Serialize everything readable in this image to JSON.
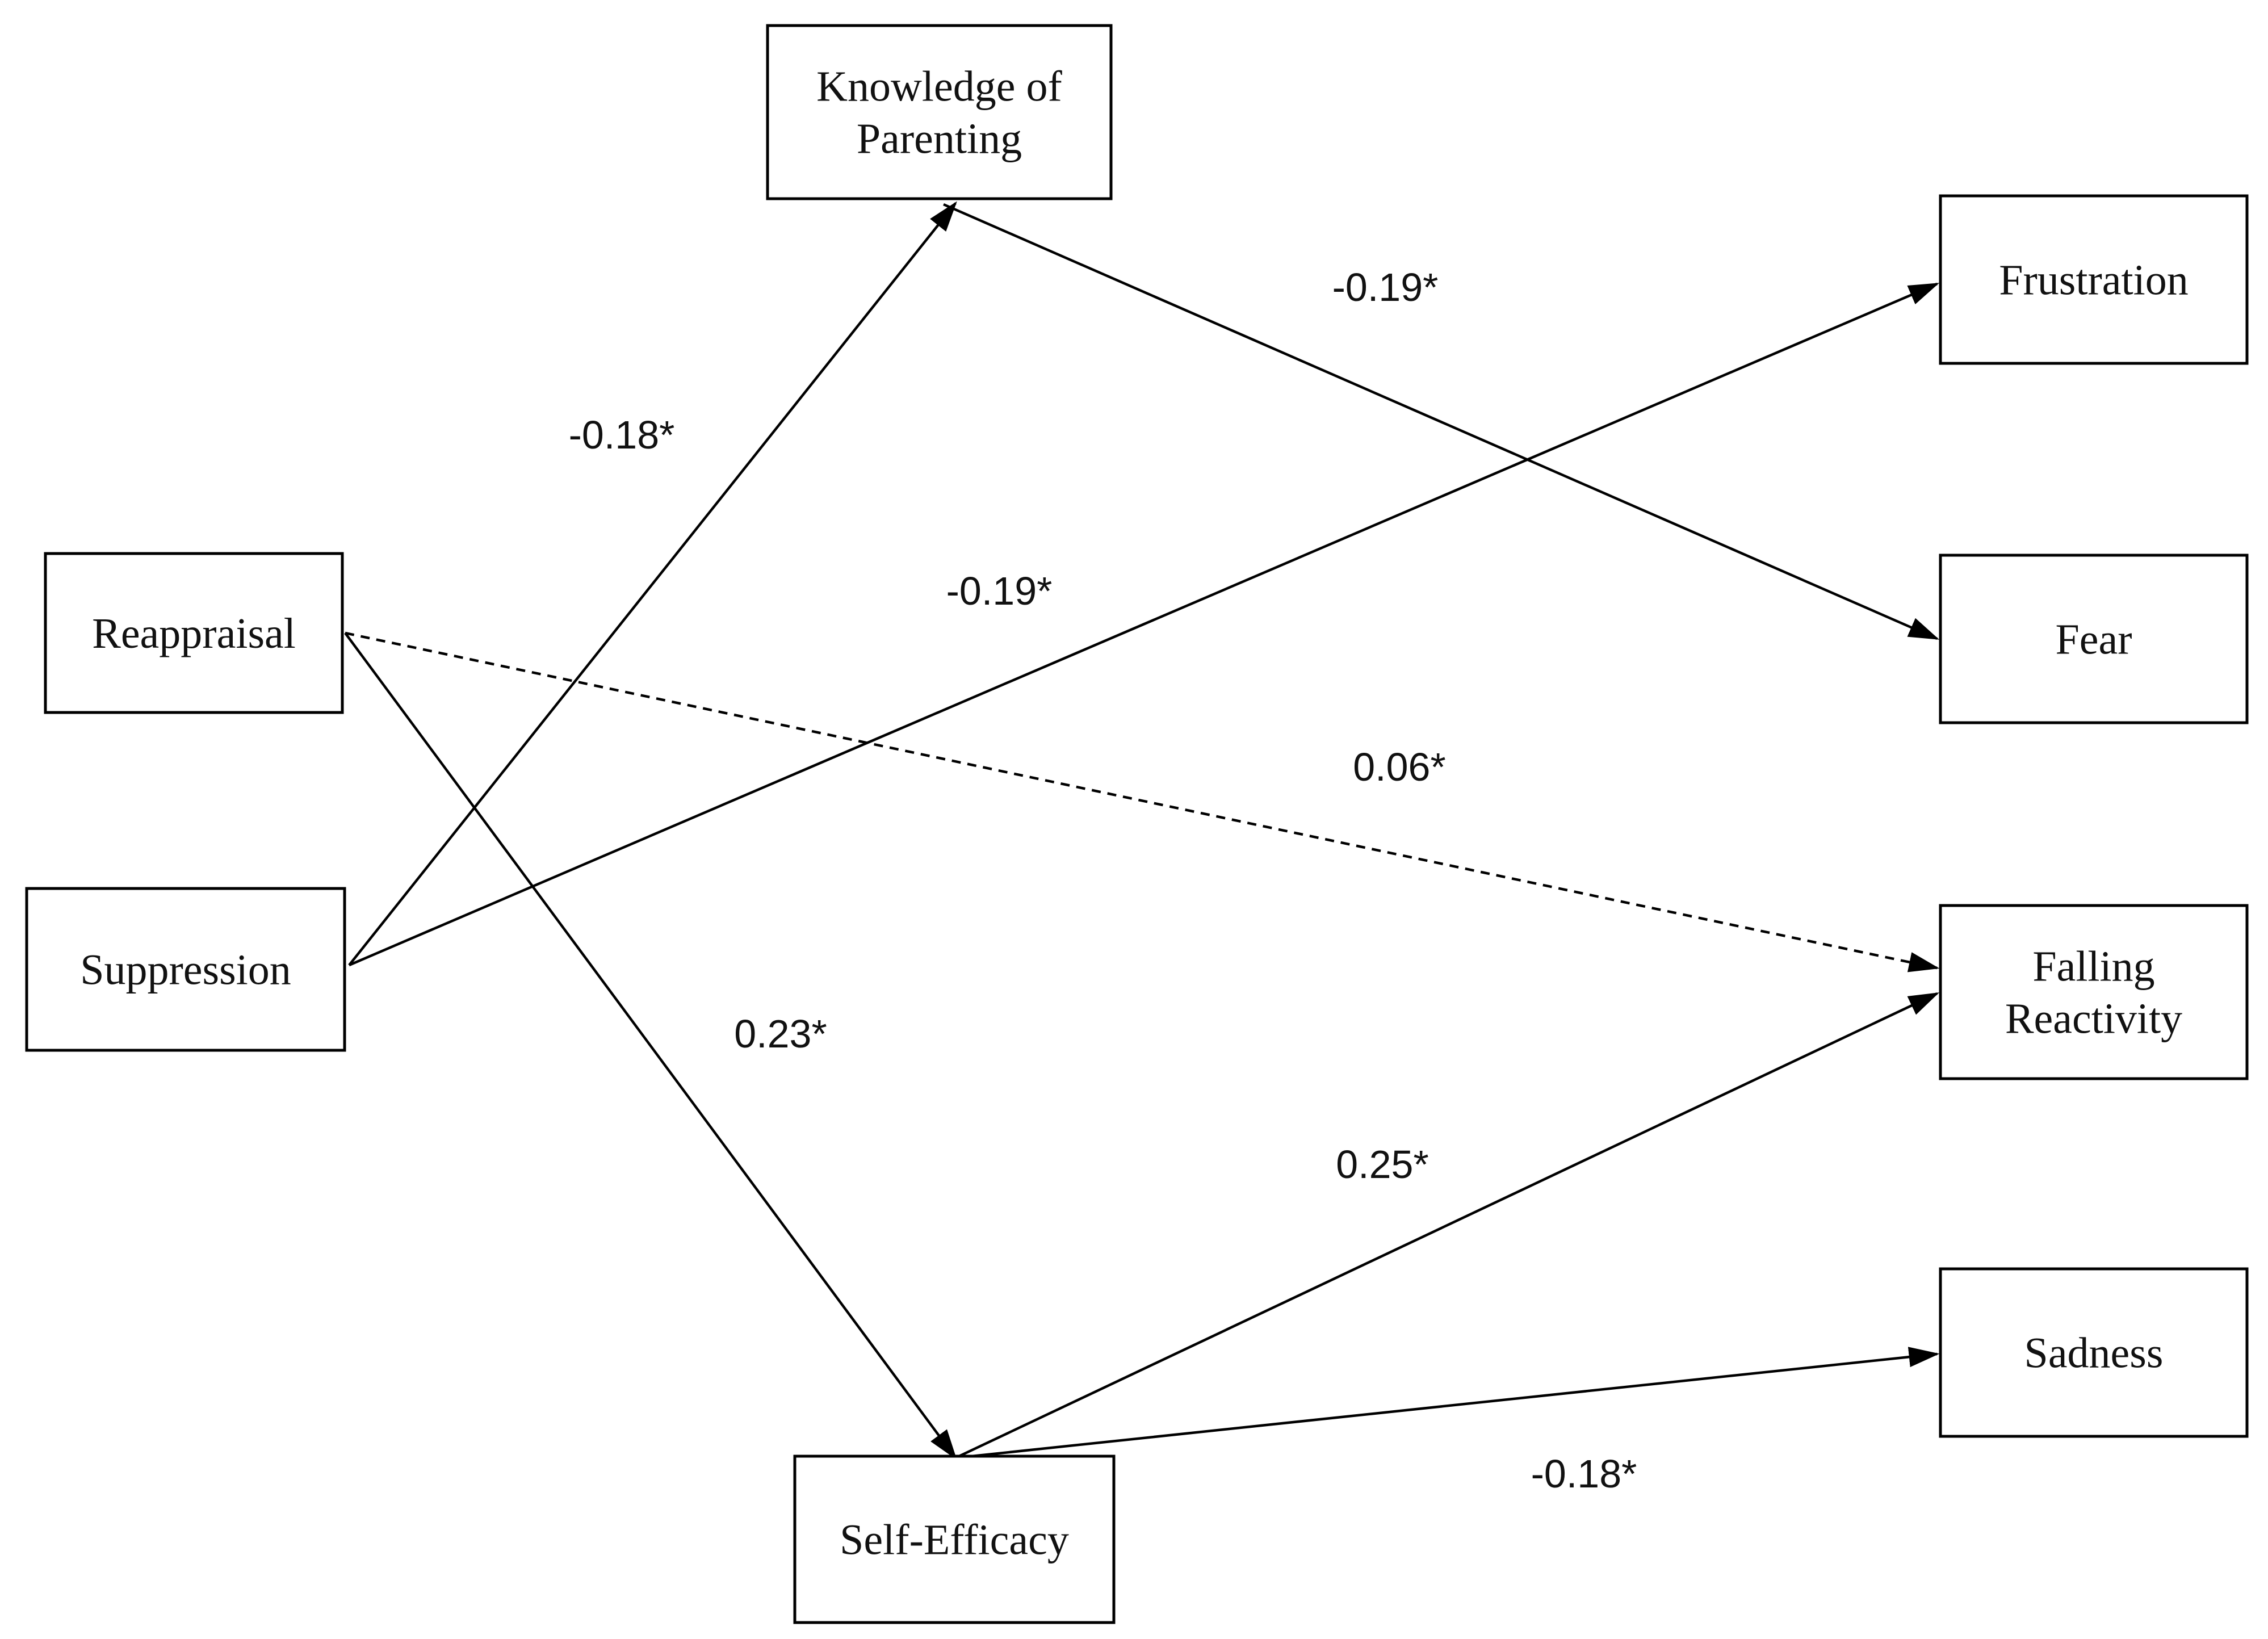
{
  "nodes": [
    {
      "id": "knowledge",
      "lines": [
        "Knowledge of",
        "Parenting"
      ]
    },
    {
      "id": "reappraisal",
      "lines": [
        "Reappraisal"
      ]
    },
    {
      "id": "suppression",
      "lines": [
        "Suppression"
      ]
    },
    {
      "id": "self-efficacy",
      "lines": [
        "Self-Efficacy"
      ]
    },
    {
      "id": "frustration",
      "lines": [
        "Frustration"
      ]
    },
    {
      "id": "fear",
      "lines": [
        "Fear"
      ]
    },
    {
      "id": "falling-reactivity",
      "lines": [
        "Falling",
        "Reactivity"
      ]
    },
    {
      "id": "sadness",
      "lines": [
        "Sadness"
      ]
    }
  ],
  "edges": [
    {
      "id": "suppression-to-knowledge",
      "from": "suppression",
      "to": "knowledge",
      "coefficient": "-0.18*",
      "style": "solid"
    },
    {
      "id": "knowledge-to-fear",
      "from": "knowledge",
      "to": "fear",
      "coefficient": "-0.19*",
      "style": "solid"
    },
    {
      "id": "suppression-to-frustration",
      "from": "suppression",
      "to": "frustration",
      "coefficient": "-0.19*",
      "style": "solid"
    },
    {
      "id": "reappraisal-to-falling-reactivity",
      "from": "reappraisal",
      "to": "falling-reactivity",
      "coefficient": "0.06*",
      "style": "dashed"
    },
    {
      "id": "reappraisal-to-self-efficacy",
      "from": "reappraisal",
      "to": "self-efficacy",
      "coefficient": "0.23*",
      "style": "solid"
    },
    {
      "id": "self-efficacy-to-falling-reactivity",
      "from": "self-efficacy",
      "to": "falling-reactivity",
      "coefficient": "0.25*",
      "style": "solid"
    },
    {
      "id": "self-efficacy-to-sadness",
      "from": "self-efficacy",
      "to": "sadness",
      "coefficient": "-0.18*",
      "style": "solid"
    }
  ]
}
